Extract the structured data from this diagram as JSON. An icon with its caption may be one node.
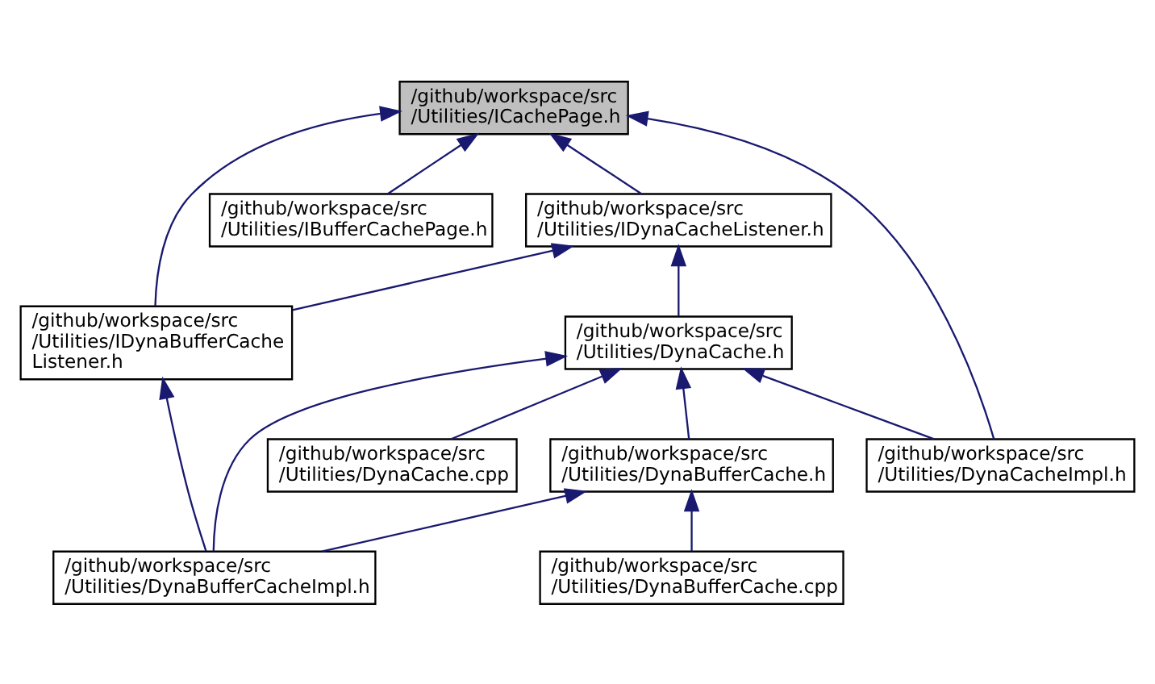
{
  "diagram": {
    "nodes": [
      {
        "text": [
          "/github/workspace/src /Utilities/ICachePage.h"
        ]
      },
      {
        "text": [
          "/github/workspace/src /Utilities/IDynaCacheListener.h"
        ]
      },
      {
        "text": [
          "/github/workspace/src /Utilities/IBufferCachePage.h"
        ]
      },
      {
        "text": [
          "/github/workspace/src /Utilities/IDynaBufferCache Listener.h"
        ]
      },
      {
        "text": [
          "/github/workspace/src /Utilities/DynaCache.h"
        ]
      },
      {
        "text": [
          "/github/workspace/src /Utilities/DynaCache.cpp"
        ]
      },
      {
        "text": [
          "/github/workspace/src /Utilities/DynaBufferCache.h"
        ]
      },
      {
        "text": [
          "/github/workspace/src /Utilities/DynaCacheImpl.h"
        ]
      },
      {
        "text": [
          "/github/workspace/src /Utilities/DynaBufferCacheImpl.h"
        ]
      },
      {
        "text": [
          "/github/workspace/src /Utilities/DynaBufferCache.cpp"
        ]
      }
    ],
    "edges": [
      {
        "from": 1,
        "to": 0,
        "arrow": "to"
      },
      {
        "from": 3,
        "to": 0,
        "arrow": "to"
      },
      {
        "from": 2,
        "to": 0,
        "arrow": "to"
      },
      {
        "from": 7,
        "to": 0,
        "arrow": "to"
      },
      {
        "from": 3,
        "to": 1,
        "arrow": "to"
      },
      {
        "from": 4,
        "to": 1,
        "arrow": "to"
      },
      {
        "from": 8,
        "to": 3,
        "arrow": "to"
      },
      {
        "from": 5,
        "to": 4,
        "arrow": "to"
      },
      {
        "from": 6,
        "to": 4,
        "arrow": "to"
      },
      {
        "from": 7,
        "to": 4,
        "arrow": "to"
      },
      {
        "from": 8,
        "to": 4,
        "arrow": "to"
      },
      {
        "from": 8,
        "to": 6,
        "arrow": "to"
      },
      {
        "from": 9,
        "to": 6,
        "arrow": "to"
      }
    ]
  }
}
